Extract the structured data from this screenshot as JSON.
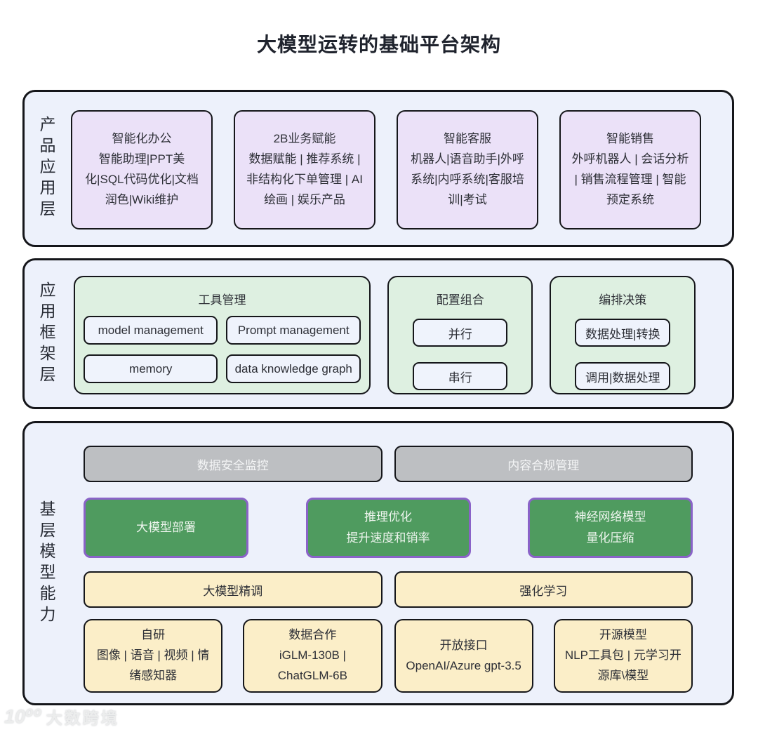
{
  "title": "大模型运转的基础平台架构",
  "product_layer": {
    "label": "产品应用层",
    "cards": [
      {
        "title": "智能化办公",
        "body": "智能助理|PPT美化|SQL代码优化|文档润色|Wiki维护"
      },
      {
        "title": "2B业务赋能",
        "body": "数据赋能 | 推荐系统 | 非结构化下单管理 | AI绘画 | 娱乐产品"
      },
      {
        "title": "智能客服",
        "body": "机器人|语音助手|外呼系统|内呼系统|客服培训|考试"
      },
      {
        "title": "智能销售",
        "body": "外呼机器人 | 会话分析 | 销售流程管理 | 智能预定系统"
      }
    ]
  },
  "framework_layer": {
    "label": "应用框架层",
    "tool_group": {
      "title": "工具管理",
      "items": [
        "model management",
        "Prompt management",
        "memory",
        "data knowledge graph"
      ]
    },
    "config_group": {
      "title": "配置组合",
      "items": [
        "并行",
        "串行"
      ]
    },
    "orchestration_group": {
      "title": "编排决策",
      "items": [
        "数据处理|转换",
        "调用|数据处理"
      ]
    }
  },
  "base_layer": {
    "label": "基层模型能力",
    "gray_bars": [
      "数据安全监控",
      "内容合规管理"
    ],
    "green_boxes": [
      "大模型部署",
      "推理优化\n提升速度和销率",
      "神经网络模型\n量化压缩"
    ],
    "yellow_bars": [
      "大模型精调",
      "强化学习"
    ],
    "yellow_cards": [
      {
        "title": "自研",
        "body": "图像 | 语音 | 视频 | 情绪感知器"
      },
      {
        "title": "数据合作",
        "body": "iGLM-130B | ChatGLM-6B"
      },
      {
        "title": "开放接口",
        "body": "OpenAI/Azure gpt-3.5"
      },
      {
        "title": "开源模型",
        "body": "NLP工具包 | 元学习开源库\\模型"
      }
    ]
  },
  "watermark": {
    "logo": "10⁰⁰",
    "text": "大数跨境"
  },
  "colors": {
    "section_bg": "#edf1fb",
    "purple_card": "#ebe1f8",
    "green_container": "#def0e1",
    "white_box": "#eff3fc",
    "gray_bar": "#bdbfc2",
    "green_solid": "#4f9b5f",
    "green_solid_border": "#8a63c8",
    "yellow": "#fbeec8",
    "border": "#15161a"
  }
}
